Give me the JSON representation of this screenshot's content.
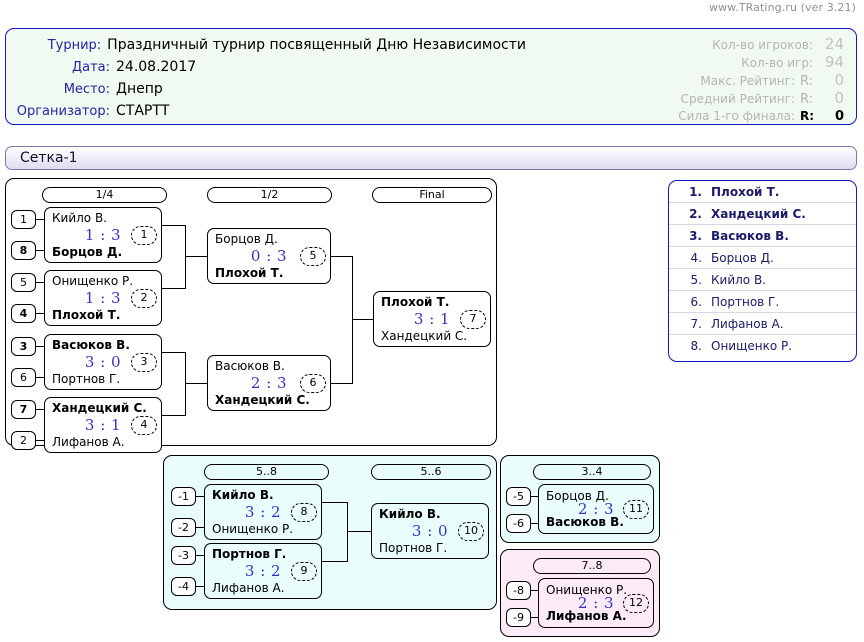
{
  "watermark": "www.TRating.ru (ver 3.21)",
  "info": {
    "rows": [
      {
        "label": "Турнир:",
        "value": "Праздничный турнир посвященный Дню Независимости"
      },
      {
        "label": "Дата:",
        "value": "24.08.2017"
      },
      {
        "label": "Место:",
        "value": "Днепр"
      },
      {
        "label": "Организатор:",
        "value": "СТАРТТ"
      }
    ],
    "stats": [
      {
        "label": "Кол-во игроков:",
        "prefix": "",
        "value": "24",
        "strong": false
      },
      {
        "label": "Кол-во игр:",
        "prefix": "",
        "value": "94",
        "strong": false
      },
      {
        "label": "Макс. Рейтинг:",
        "prefix": "R:",
        "value": "0",
        "strong": false
      },
      {
        "label": "Средний Рейтинг:",
        "prefix": "R:",
        "value": "0",
        "strong": false
      },
      {
        "label": "Сила 1-го финала:",
        "prefix": "R:",
        "value": "0",
        "strong": true
      }
    ]
  },
  "section": {
    "title": "Сетка-1"
  },
  "rounds": {
    "quarter": "1/4",
    "semi": "1/2",
    "final": "Final",
    "p58": "5..8",
    "p56": "5..6",
    "p34": "3..4",
    "p78": "7..8"
  },
  "matches": {
    "qf1": {
      "num": "1",
      "seed_top": "1",
      "seed_bot": "8",
      "top": "Кийло В.",
      "bot": "Борцов Д.",
      "score_left": "1",
      "score_right": "3",
      "winner": "bottom"
    },
    "qf2": {
      "num": "2",
      "seed_top": "5",
      "seed_bot": "4",
      "top": "Онищенко Р.",
      "bot": "Плохой Т.",
      "score_left": "1",
      "score_right": "3",
      "winner": "bottom"
    },
    "qf3": {
      "num": "3",
      "seed_top": "3",
      "seed_bot": "6",
      "top": "Васюков В.",
      "bot": "Портнов Г.",
      "score_left": "3",
      "score_right": "0",
      "winner": "top"
    },
    "qf4": {
      "num": "4",
      "seed_top": "7",
      "seed_bot": "2",
      "top": "Хандецкий С.",
      "bot": "Лифанов А.",
      "score_left": "3",
      "score_right": "1",
      "winner": "top"
    },
    "sf1": {
      "num": "5",
      "top": "Борцов Д.",
      "bot": "Плохой Т.",
      "score_left": "0",
      "score_right": "3",
      "winner": "bottom"
    },
    "sf2": {
      "num": "6",
      "top": "Васюков В.",
      "bot": "Хандецкий С.",
      "score_left": "2",
      "score_right": "3",
      "winner": "bottom"
    },
    "fin": {
      "num": "7",
      "top": "Плохой Т.",
      "bot": "Хандецкий С.",
      "score_left": "3",
      "score_right": "1",
      "winner": "top"
    },
    "c1": {
      "num": "8",
      "seed_top": "-1",
      "seed_bot": "-2",
      "top": "Кийло В.",
      "bot": "Онищенко Р.",
      "score_left": "3",
      "score_right": "2",
      "winner": "top"
    },
    "c2": {
      "num": "9",
      "seed_top": "-3",
      "seed_bot": "-4",
      "top": "Портнов Г.",
      "bot": "Лифанов А.",
      "score_left": "3",
      "score_right": "2",
      "winner": "top"
    },
    "c3": {
      "num": "10",
      "top": "Кийло В.",
      "bot": "Портнов Г.",
      "score_left": "3",
      "score_right": "0",
      "winner": "top"
    },
    "c4": {
      "num": "11",
      "seed_top": "-5",
      "seed_bot": "-6",
      "top": "Борцов Д.",
      "bot": "Васюков В.",
      "score_left": "2",
      "score_right": "3",
      "winner": "bottom"
    },
    "c5": {
      "num": "12",
      "seed_top": "-8",
      "seed_bot": "-9",
      "top": "Онищенко Р.",
      "bot": "Лифанов А.",
      "score_left": "2",
      "score_right": "3",
      "winner": "bottom"
    }
  },
  "rankings": [
    {
      "pos": "1.",
      "name": "Плохой Т.",
      "top": true
    },
    {
      "pos": "2.",
      "name": "Хандецкий С.",
      "top": true
    },
    {
      "pos": "3.",
      "name": "Васюков В.",
      "top": true
    },
    {
      "pos": "4.",
      "name": "Борцов Д.",
      "top": false
    },
    {
      "pos": "5.",
      "name": "Кийло В.",
      "top": false
    },
    {
      "pos": "6.",
      "name": "Портнов Г.",
      "top": false
    },
    {
      "pos": "7.",
      "name": "Лифанов А.",
      "top": false
    },
    {
      "pos": "8.",
      "name": "Онищенко Р.",
      "top": false
    }
  ],
  "colors": {
    "accent_border": "#1414cc",
    "info_bg": "#f0faf0",
    "score": "#3333cc",
    "rank_text": "#1b1b6b",
    "panel_cyan": "#eafdfd",
    "panel_pink": "#fdecf7",
    "watermark": "#8e9099"
  }
}
